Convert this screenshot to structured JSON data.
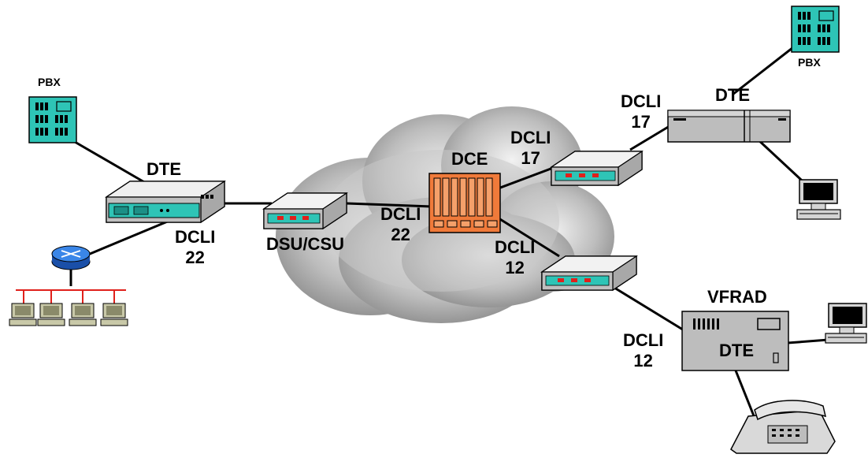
{
  "labels": {
    "pbx_left": "PBX",
    "pbx_right": "PBX",
    "dte_left": "DTE",
    "dte_right": "DTE",
    "dce": "DCE",
    "dsu_csu": "DSU/CSU",
    "vfrad": "VFRAD",
    "vfrad_dte": "DTE",
    "dcli_left": {
      "name": "DCLI",
      "num": "22"
    },
    "dcli_center": {
      "name": "DCLI",
      "num": "22"
    },
    "dcli_top_mid": {
      "name": "DCLI",
      "num": "17"
    },
    "dcli_top_right": {
      "name": "DCLI",
      "num": "17"
    },
    "dcli_bottom_mid": {
      "name": "DCLI",
      "num": "12"
    },
    "dcli_bottom_right": {
      "name": "DCLI",
      "num": "12"
    }
  },
  "colors": {
    "pbx": "#2ec4b6",
    "dce": "#f07a3a",
    "cloud": "#9b9b9b",
    "router": "#2a6fd6",
    "lan": "#e0201b",
    "modem_lights": "#e0201b",
    "line": "#000000"
  },
  "icons": [
    "pbx-icon",
    "dte-modem-icon",
    "dsu-csu-icon",
    "dce-switch-icon",
    "modem-icon",
    "router-icon",
    "pc-icon",
    "vfrad-icon",
    "phone-icon",
    "cloud-icon"
  ]
}
